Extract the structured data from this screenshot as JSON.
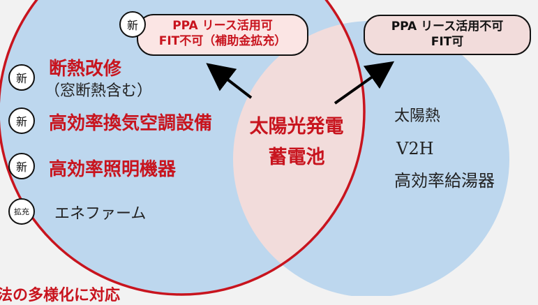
{
  "left_circle": {
    "items": [
      {
        "badge": "新",
        "label": "断熱改修",
        "sub": "（窓断熱含む）"
      },
      {
        "badge": "新",
        "label": "高効率換気空調設備"
      },
      {
        "badge": "新",
        "label": "高効率照明機器"
      },
      {
        "badge": "拡充",
        "label": "エネファーム"
      }
    ]
  },
  "overlap": {
    "line1": "太陽光発電",
    "line2": "蓄電池"
  },
  "right_circle": {
    "items": [
      "太陽熱",
      "V2H",
      "高効率給湯器"
    ]
  },
  "left_box": {
    "badge": "新",
    "line1": "PPA リース活用可",
    "line2": "FIT不可（補助金拡充）"
  },
  "right_box": {
    "line1": "PPA リース活用不可",
    "line2": "FIT可"
  },
  "bottom_text": "法の多様化に対応",
  "colors": {
    "background": "#f2f2f2",
    "circle_blue": "#bdd7ee",
    "overlap_pink": "#f2dcdb",
    "accent_red": "#c8141e",
    "box_left_fill": "#fbe5e4",
    "box_right_fill": "#f2dcdb"
  }
}
